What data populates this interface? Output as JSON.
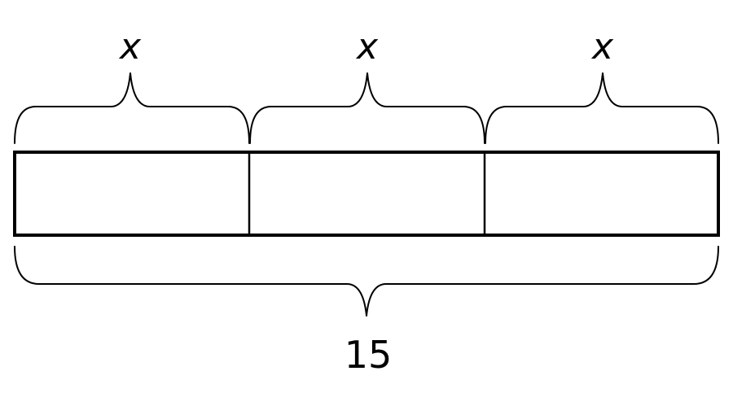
{
  "tape_diagram": {
    "part_labels": [
      "x",
      "x",
      "x"
    ],
    "total_label": "15"
  },
  "colors": {
    "stroke": "#000000",
    "background": "#ffffff"
  }
}
